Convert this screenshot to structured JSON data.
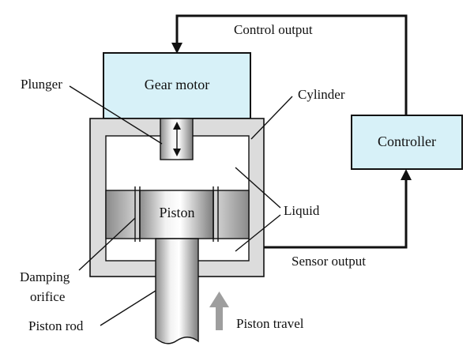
{
  "labels": {
    "control_output": "Control output",
    "gear_motor": "Gear motor",
    "controller": "Controller",
    "plunger": "Plunger",
    "cylinder": "Cylinder",
    "piston": "Piston",
    "liquid": "Liquid",
    "sensor_output": "Sensor output",
    "damping_orifice_line1": "Damping",
    "damping_orifice_line2": "orifice",
    "piston_rod": "Piston rod",
    "piston_travel": "Piston travel"
  },
  "colors": {
    "box_fill": "#d7f1f8",
    "cylinder_wall": "#dcdcdc",
    "liquid": "#ffffff",
    "travel_arrow": "#9e9e9e"
  }
}
